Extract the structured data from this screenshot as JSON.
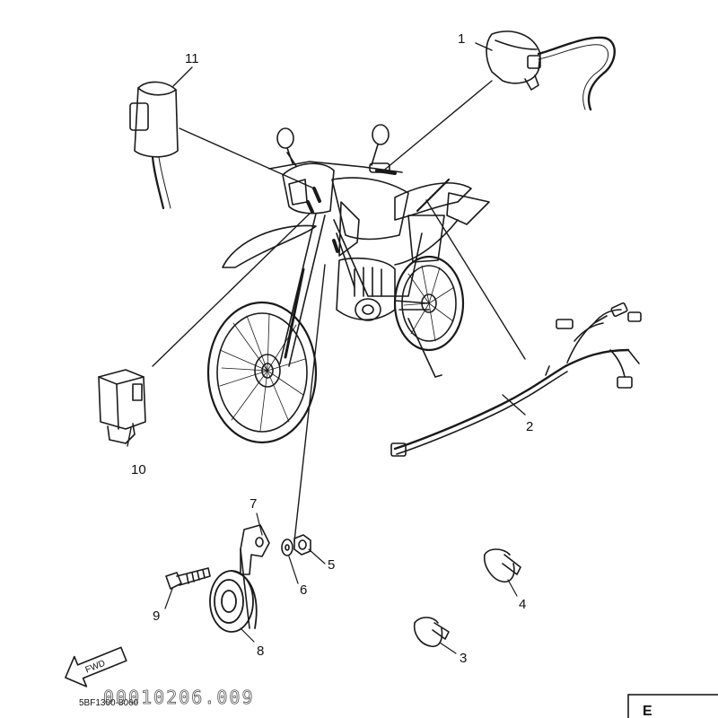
{
  "callouts": [
    {
      "id": "1",
      "part": "handlebar-switch"
    },
    {
      "id": "2",
      "part": "wire-harness"
    },
    {
      "id": "3",
      "part": "band-small"
    },
    {
      "id": "4",
      "part": "band-large"
    },
    {
      "id": "5",
      "part": "nut"
    },
    {
      "id": "6",
      "part": "washer"
    },
    {
      "id": "7",
      "part": "horn-bracket"
    },
    {
      "id": "8",
      "part": "horn"
    },
    {
      "id": "9",
      "part": "bolt"
    },
    {
      "id": "10",
      "part": "relay-unit"
    },
    {
      "id": "11",
      "part": "cdi-unit"
    }
  ],
  "labels": {
    "c1": "1",
    "c2": "2",
    "c3": "3",
    "c4": "4",
    "c5": "5",
    "c6": "6",
    "c7": "7",
    "c8": "8",
    "c9": "9",
    "c10": "10",
    "c11": "11"
  },
  "fwd_label": "FWD",
  "drawing_code": "5BF1300-8060",
  "stamp": "00010206.009",
  "corner_tab": "E",
  "colors": {
    "ink": "#1a1a1a",
    "background": "#ffffff"
  }
}
